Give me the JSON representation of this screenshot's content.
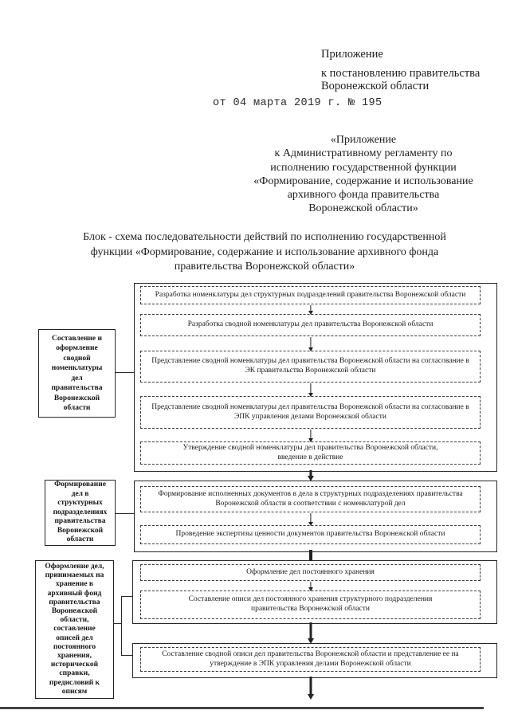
{
  "document": {
    "header": {
      "appendix_word": "Приложение",
      "issuer": "к постановлению правительства\nВоронежской области",
      "date_number_line": "от 04 марта 2019 г. № 195"
    },
    "appendix_reference": "«Приложение\nк Административному регламенту по\nисполнению государственной функции\n«Формирование, содержание и использование\nархивного фонда правительства\nВоронежской области»",
    "diagram_title": "Блок - схема последовательности действий по исполнению государственной\nфункции «Формирование, содержание и использование архивного фонда\nправительства Воронежской области»"
  },
  "flowchart": {
    "stage_labels": [
      "Составление и\nоформление\nсводной\nноменклатуры\nдел\nправительства\nВоронежской\nобласти",
      "Формирование\nдел в\nструктурных\nподразделениях\nправительства\nВоронежской\nобласти",
      "Оформление дел,\nпринимаемых на\nхранение в\nархивный фонд\nправительства\nВоронежской\nобласти,\nсоставление\nописей дел\nпостоянного\nхранения,\nисторической\nсправки,\nпредисловий к\nописям"
    ],
    "groups": [
      {
        "steps": [
          "Разработка номенклатуры дел структурных подразделений правительства Воронежской области",
          "Разработка сводной номенклатуры дел правительства Воронежской области",
          "Представление сводной номенклатуры дел правительства Воронежской области на согласование в\nЭК правительства Воронежской области",
          "Представление сводной номенклатуры дел правительства Воронежской области на согласование в\nЭПК управления делами Воронежской области",
          "Утверждение сводной номенклатуры дел правительства Воронежской области,\nвведение в действие"
        ]
      },
      {
        "steps": [
          "Формирование исполненных документов в дела в структурных подразделениях правительства\nВоронежской области в соответствии с номенклатурой дел",
          "Проведение экспертизы ценности документов правительства Воронежской области"
        ]
      },
      {
        "steps": [
          "Оформление дел постоянного хранения",
          "Составление описи дел постоянного хранения структурного подразделения\nправительства Воронежской области"
        ]
      },
      {
        "steps": [
          "Составление сводной описи дел правительства Воронежской области и представление ее на\nутверждение в ЭПК управления делами Воронежской области"
        ]
      }
    ]
  },
  "colors": {
    "background": "#ffffff",
    "ink": "#1d1d1d",
    "border": "#2b2b2b"
  }
}
